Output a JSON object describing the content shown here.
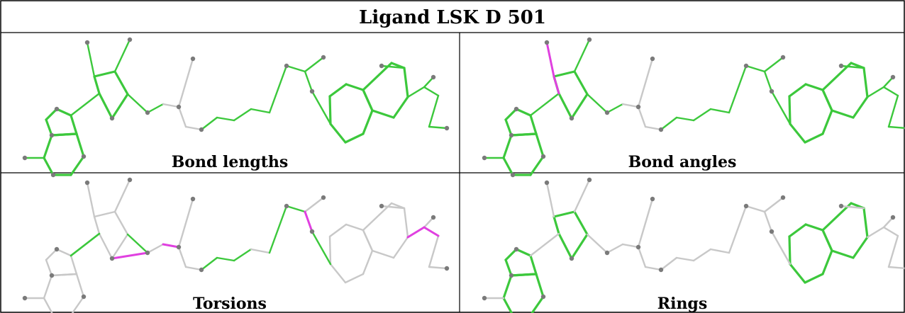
{
  "title": "Ligand LSK D 501",
  "panels": [
    {
      "caption": "Bond lengths"
    },
    {
      "caption": "Bond angles"
    },
    {
      "caption": "Torsions"
    },
    {
      "caption": "Rings"
    }
  ],
  "colors": {
    "ok": "#3cc83c",
    "outlier": "#e040e0",
    "neutral": "#c8c8c8",
    "atom": "#7a7a7a",
    "border": "#000000"
  }
}
